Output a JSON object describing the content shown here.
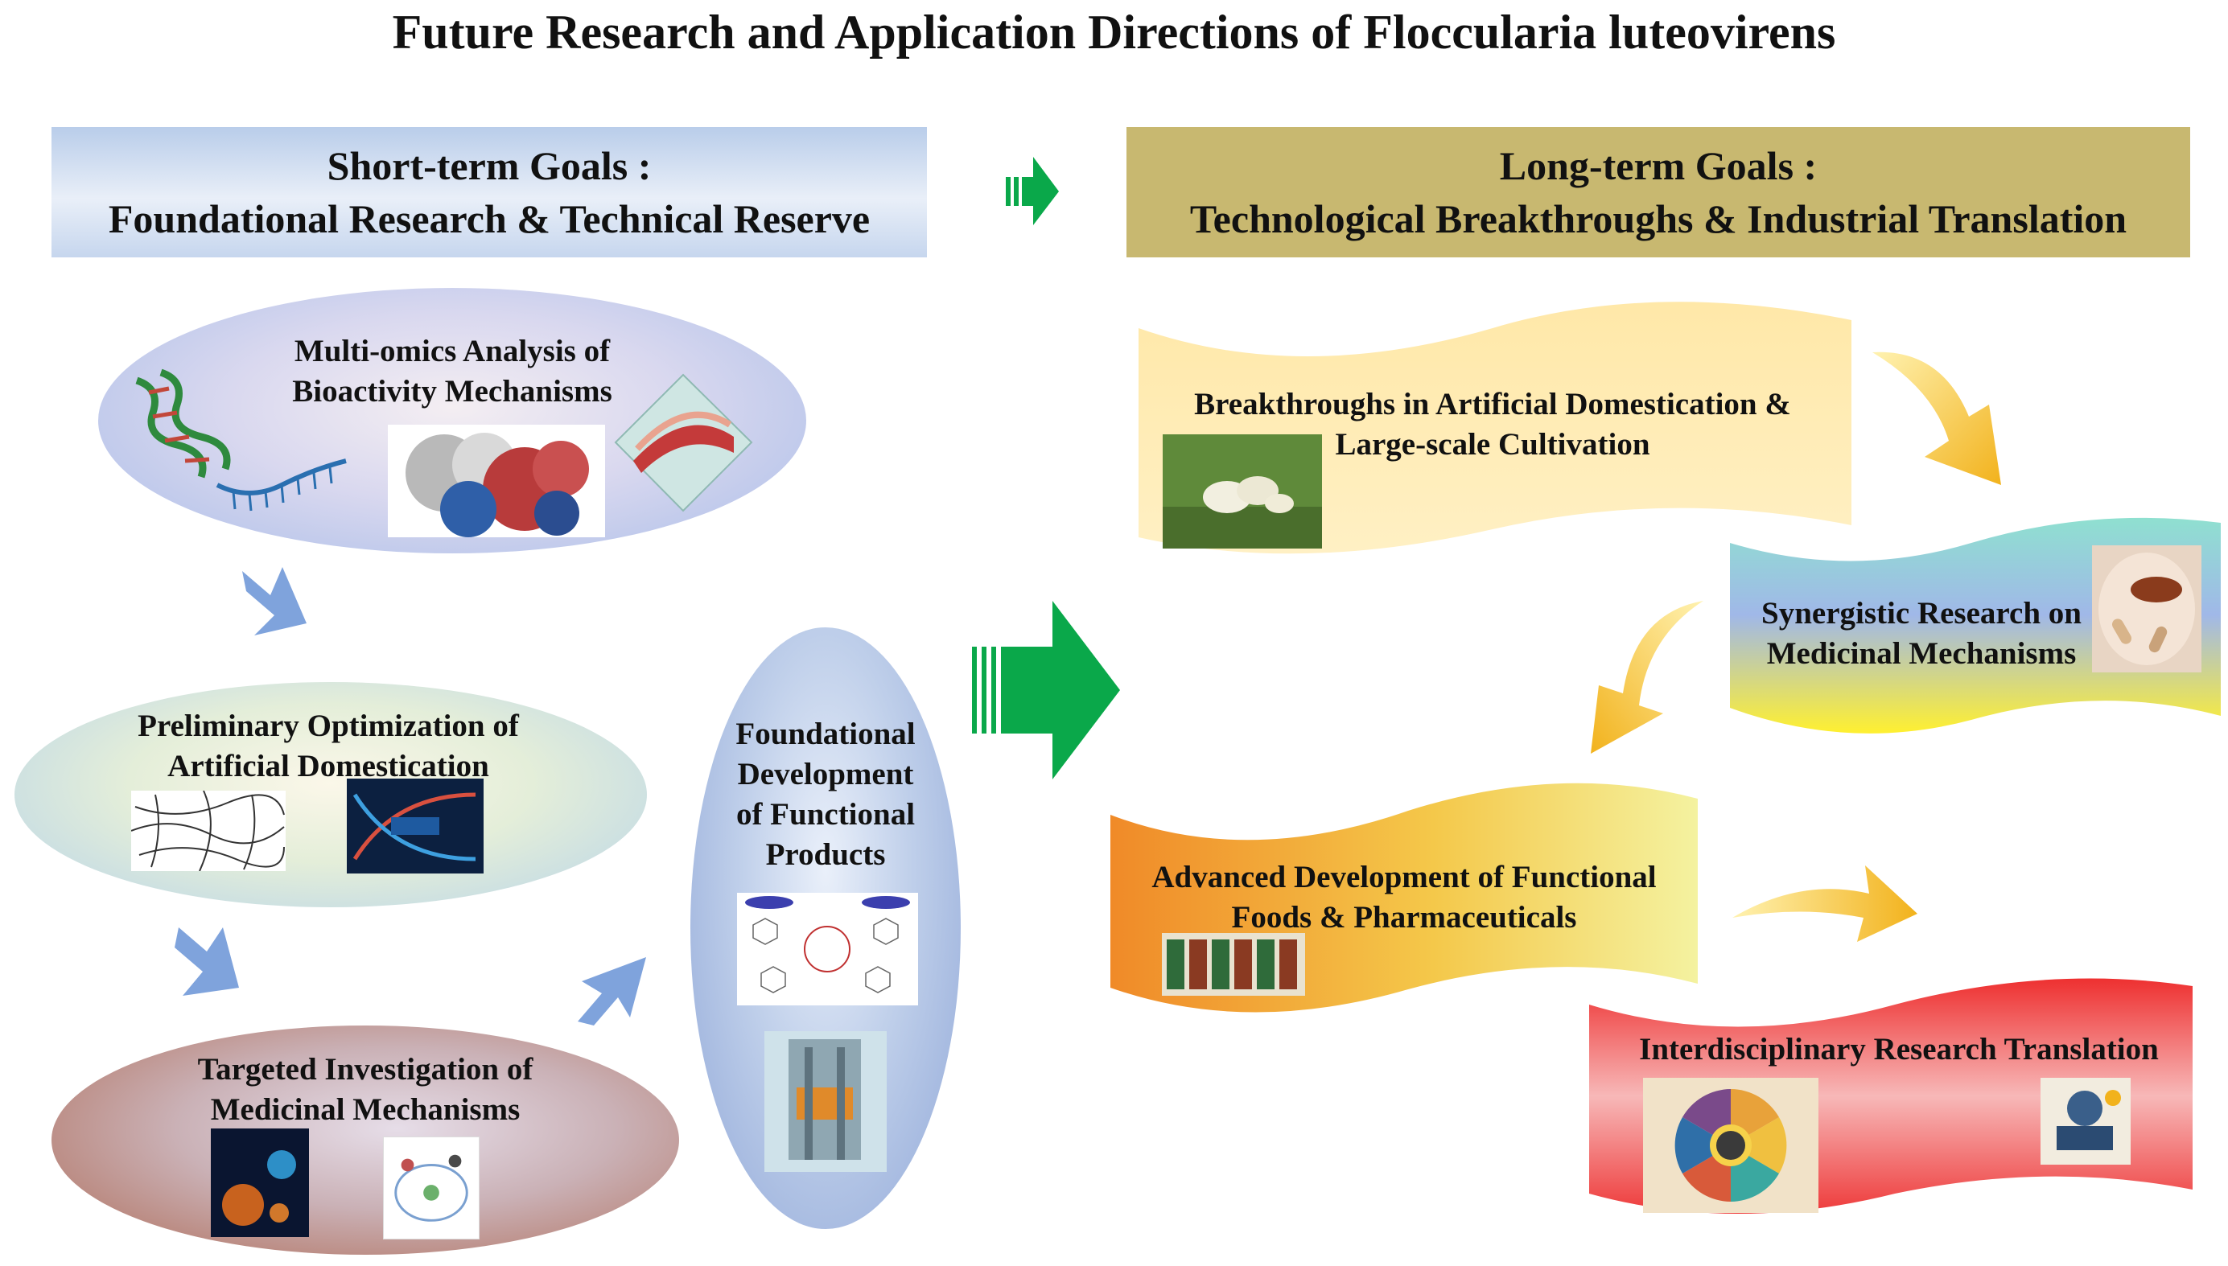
{
  "title": "Future Research and Application Directions of Floccularia luteovirens",
  "short_term": {
    "header_line1": "Short-term Goals :",
    "header_line2": "Foundational Research & Technical Reserve",
    "items": [
      {
        "line1": "Multi-omics Analysis of",
        "line2": "Bioactivity Mechanisms"
      },
      {
        "line1": "Preliminary Optimization of",
        "line2": "Artificial Domestication"
      },
      {
        "line1": "Targeted Investigation of",
        "line2": "Medicinal Mechanisms"
      }
    ],
    "product": {
      "line1": "Foundational",
      "line2": "Development",
      "line3": "of Functional",
      "line4": "Products"
    }
  },
  "long_term": {
    "header_line1": "Long-term Goals :",
    "header_line2": "Technological Breakthroughs & Industrial Translation",
    "items": [
      {
        "line1": "Breakthroughs in Artificial Domestication &",
        "line2": "Large-scale Cultivation"
      },
      {
        "line1": "Synergistic Research on",
        "line2": "Medicinal Mechanisms"
      },
      {
        "line1": "Advanced Development of Functional",
        "line2": "Foods & Pharmaceuticals"
      },
      {
        "line1": "Interdisciplinary Research Translation"
      }
    ]
  },
  "colors": {
    "green_arrow": "#0aa84a",
    "blue_arrow": "#7fa3dc",
    "gold_arrow": "#f2b21c"
  },
  "icons": [
    "dna-helix-icon",
    "protein-structure-icon",
    "blood-vessel-icon",
    "mycelium-icon",
    "dna-screen-icon",
    "virus-icon",
    "cell-pathway-icon",
    "chemical-diagram-icon",
    "bioreactor-icon",
    "mushroom-photo-icon",
    "capsule-mushroom-icon",
    "food-products-icon",
    "science-wheel-icon",
    "idea-icon"
  ]
}
